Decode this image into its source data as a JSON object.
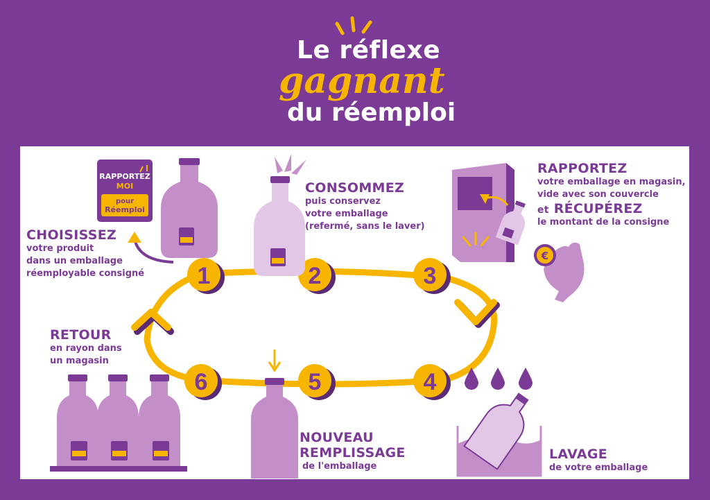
{
  "title": {
    "line1": "Le réflexe",
    "line2": "gagnant",
    "line3": "du réemploi"
  },
  "badge": {
    "line1": "RAPPORTEZ",
    "line2": "MOI",
    "line3": "pour",
    "line4": "Réemploi"
  },
  "steps": [
    {
      "number": "1",
      "heading": "CHOISISSEZ",
      "lines": [
        "votre produit",
        "dans un emballage",
        "réemployable consigné"
      ]
    },
    {
      "number": "2",
      "heading": "CONSOMMEZ",
      "lines": [
        "puis conservez",
        "votre emballage",
        "(refermé, sans le laver)"
      ]
    },
    {
      "number": "3",
      "heading": "RAPPORTEZ",
      "lines": [
        "votre emballage en magasin,",
        "vide avec son couvercle"
      ],
      "connector": "et",
      "heading2": "RÉCUPÉREZ",
      "lines2": [
        "le montant de la consigne"
      ]
    },
    {
      "number": "4",
      "heading": "LAVAGE",
      "lines": [
        "de votre emballage"
      ]
    },
    {
      "number": "5",
      "heading": "NOUVEAU",
      "heading_b": "REMPLISSAGE",
      "lines": [
        "de l'emballage"
      ]
    },
    {
      "number": "6",
      "heading": "RETOUR",
      "lines": [
        "en rayon dans",
        "un magasin"
      ]
    }
  ],
  "coin_symbol": "€",
  "colors": {
    "background": "#7a3a96",
    "panel": "#ffffff",
    "accent": "#f7b500",
    "bottle": "#c48fc9",
    "bottle_light": "#e2c7e6",
    "dark": "#5b2a74"
  }
}
